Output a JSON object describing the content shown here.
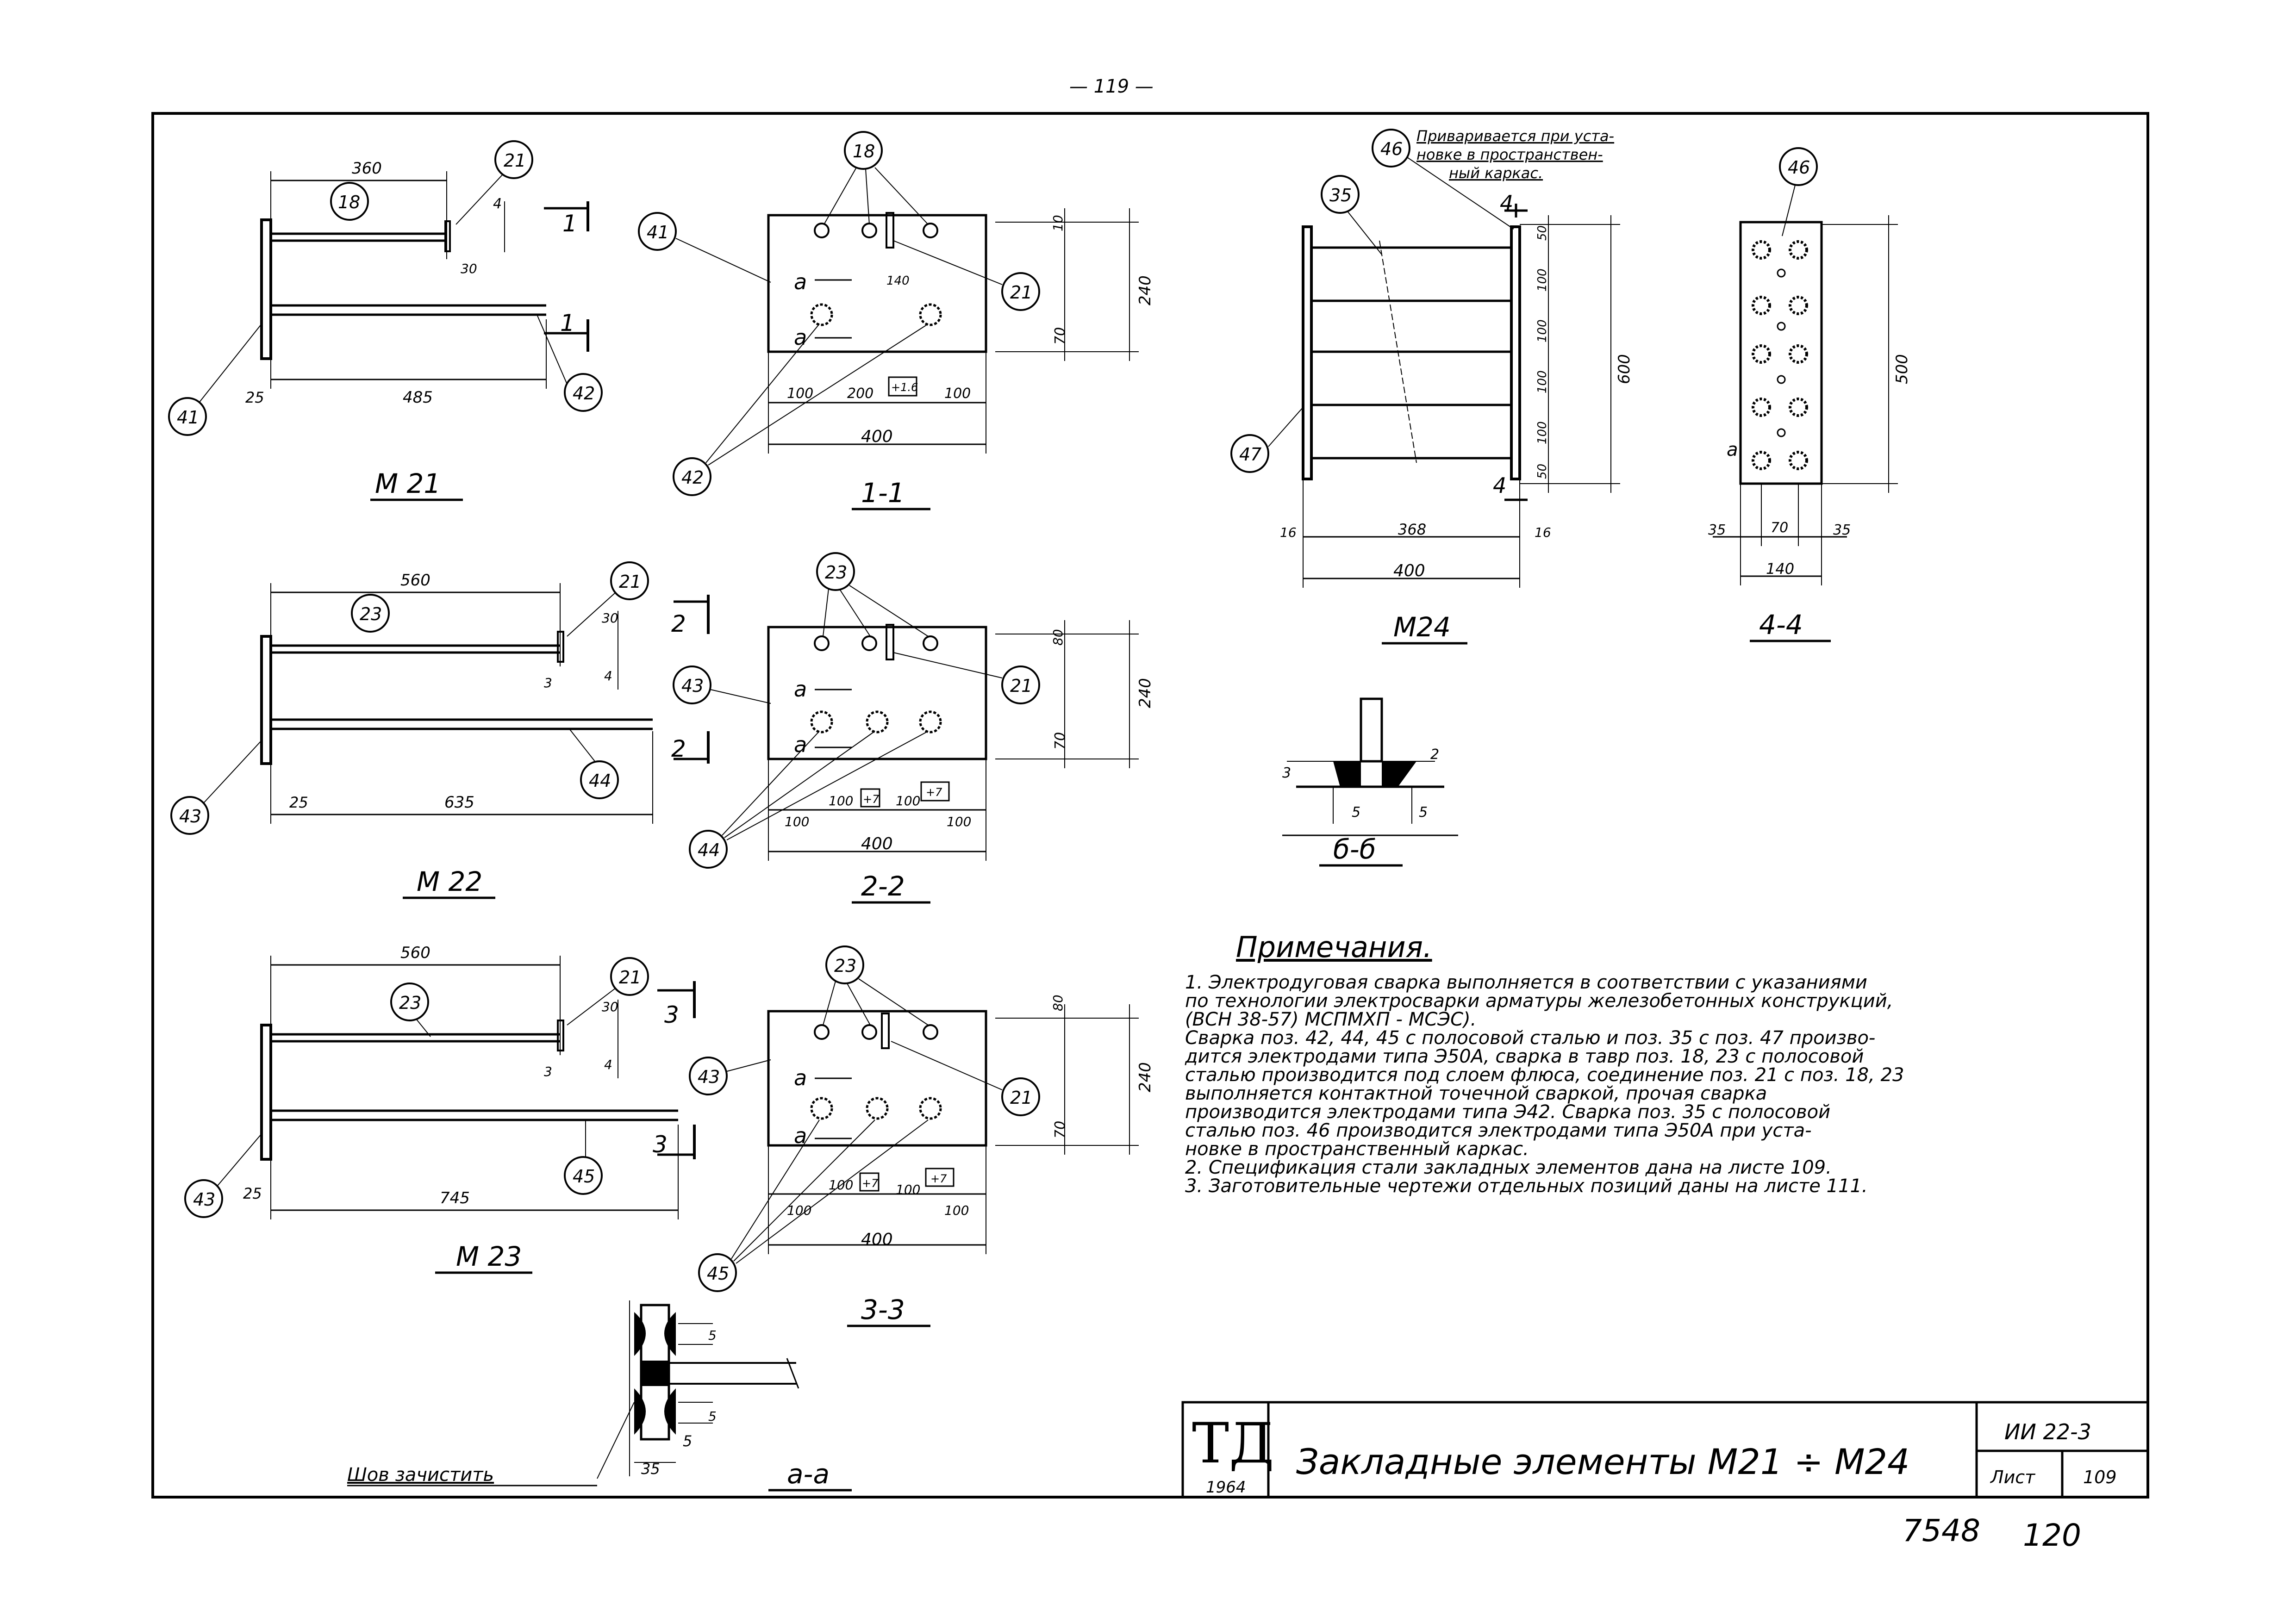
{
  "page_number": "— 119 —",
  "welded_note": [
    "Приваривается при уста-",
    "новке в пространствен-",
    "ный каркас."
  ],
  "positions": {
    "p18": "18",
    "p21": "21",
    "p23": "23",
    "p35": "35",
    "p41": "41",
    "p42": "42",
    "p43": "43",
    "p44": "44",
    "p45": "45",
    "p46": "46",
    "p47": "47"
  },
  "section_marks": {
    "s1": "1",
    "s2": "2",
    "s3": "3",
    "s4": "4",
    "a": "а"
  },
  "titles": {
    "m21": "М 21",
    "m22": "М 22",
    "m23": "М 23",
    "m24": "М24",
    "sec11": "1-1",
    "sec22": "2-2",
    "sec33": "3-3",
    "sec44": "4-4",
    "secbb": "б-б",
    "secaa": "а-а"
  },
  "dims": {
    "m21_top": "360",
    "m21_25": "25",
    "m21_bot": "485",
    "m22_top": "560",
    "m22_25": "25",
    "m22_bot": "635",
    "m23_top": "560",
    "m23_25": "25",
    "m23_bot": "745",
    "d30": "30",
    "d4": "4",
    "d3": "3",
    "s_240": "240",
    "s_70": "70",
    "s_100": "100",
    "s_200": "200",
    "s_400": "400",
    "s_140": "140",
    "s_80": "80",
    "s_10": "10",
    "m24_50": "50",
    "m24_100": "100",
    "m24_500": "500",
    "m24_600": "600",
    "m24_368": "368",
    "m24_16": "16",
    "m24_400": "400",
    "s44_35": "35",
    "s44_70": "70",
    "s44_140": "140",
    "s44_500": "500",
    "bb_3": "3",
    "bb_5": "5",
    "bb_2": "2",
    "aa_5": "5",
    "aa_35": "35",
    "weld_tag1": "+1.6",
    "weld_tag2": "+7"
  },
  "weld_label": "Шов зачистить",
  "notes": {
    "header": "Примечания.",
    "lines": [
      "1. Электродуговая сварка выполняется в соответствии с указаниями",
      "   по технологии электросварки арматуры железобетонных конструкций,",
      "   (ВСН 38-57) МСПМХП - МСЭС).",
      "   Сварка поз. 42, 44, 45 с полосовой сталью и поз. 35 с поз. 47 произво-",
      "   дится электродами типа Э50А, сварка в тавр поз. 18, 23 с полосовой",
      "   сталью производится под слоем флюса, соединение поз. 21 с поз. 18, 23",
      "   выполняется контактной точечной сваркой, прочая сварка",
      "   производится электродами типа Э42. Сварка поз. 35 с полосовой",
      "   сталью поз. 46 производится электродами типа Э50А при уста-",
      "   новке в пространственный каркас.",
      "2. Спецификация стали закладных элементов дана на листе 109.",
      "3. Заготовительные чертежи отдельных позиций даны на листе 111."
    ]
  },
  "title_block": {
    "logo": "ТД",
    "year": "1964",
    "title": "Закладные элементы М21 ÷ М24",
    "series": "ИИ 22-3",
    "sheet_label": "Лист",
    "sheet_no": "109"
  },
  "footer": {
    "left": "7548",
    "right": "120"
  }
}
